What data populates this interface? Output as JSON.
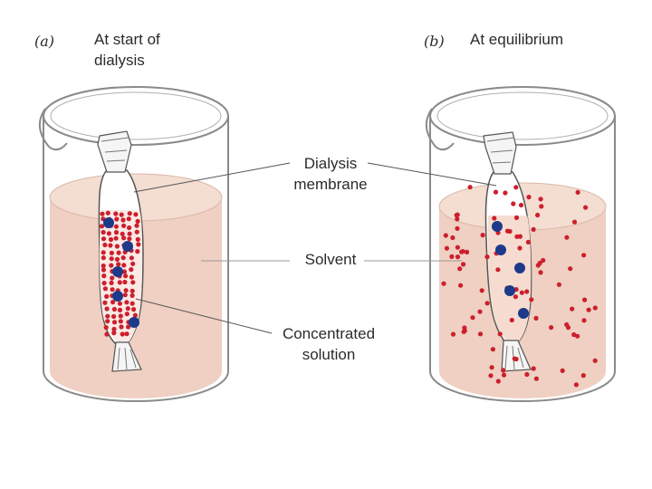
{
  "panel_a": {
    "letter": "(a)",
    "title_line1": "At start of",
    "title_line2": "dialysis"
  },
  "panel_b": {
    "letter": "(b)",
    "title": "At equilibrium"
  },
  "labels": {
    "membrane_line1": "Dialysis",
    "membrane_line2": "membrane",
    "solvent": "Solvent",
    "solution_line1": "Concentrated",
    "solution_line2": "solution"
  },
  "colors": {
    "solvent": "#efd0c2",
    "solvent_top": "#f4ddd1",
    "small_molecule": "#cc1f2d",
    "large_molecule": "#1d3a8a",
    "outline": "#8a8a8a"
  }
}
